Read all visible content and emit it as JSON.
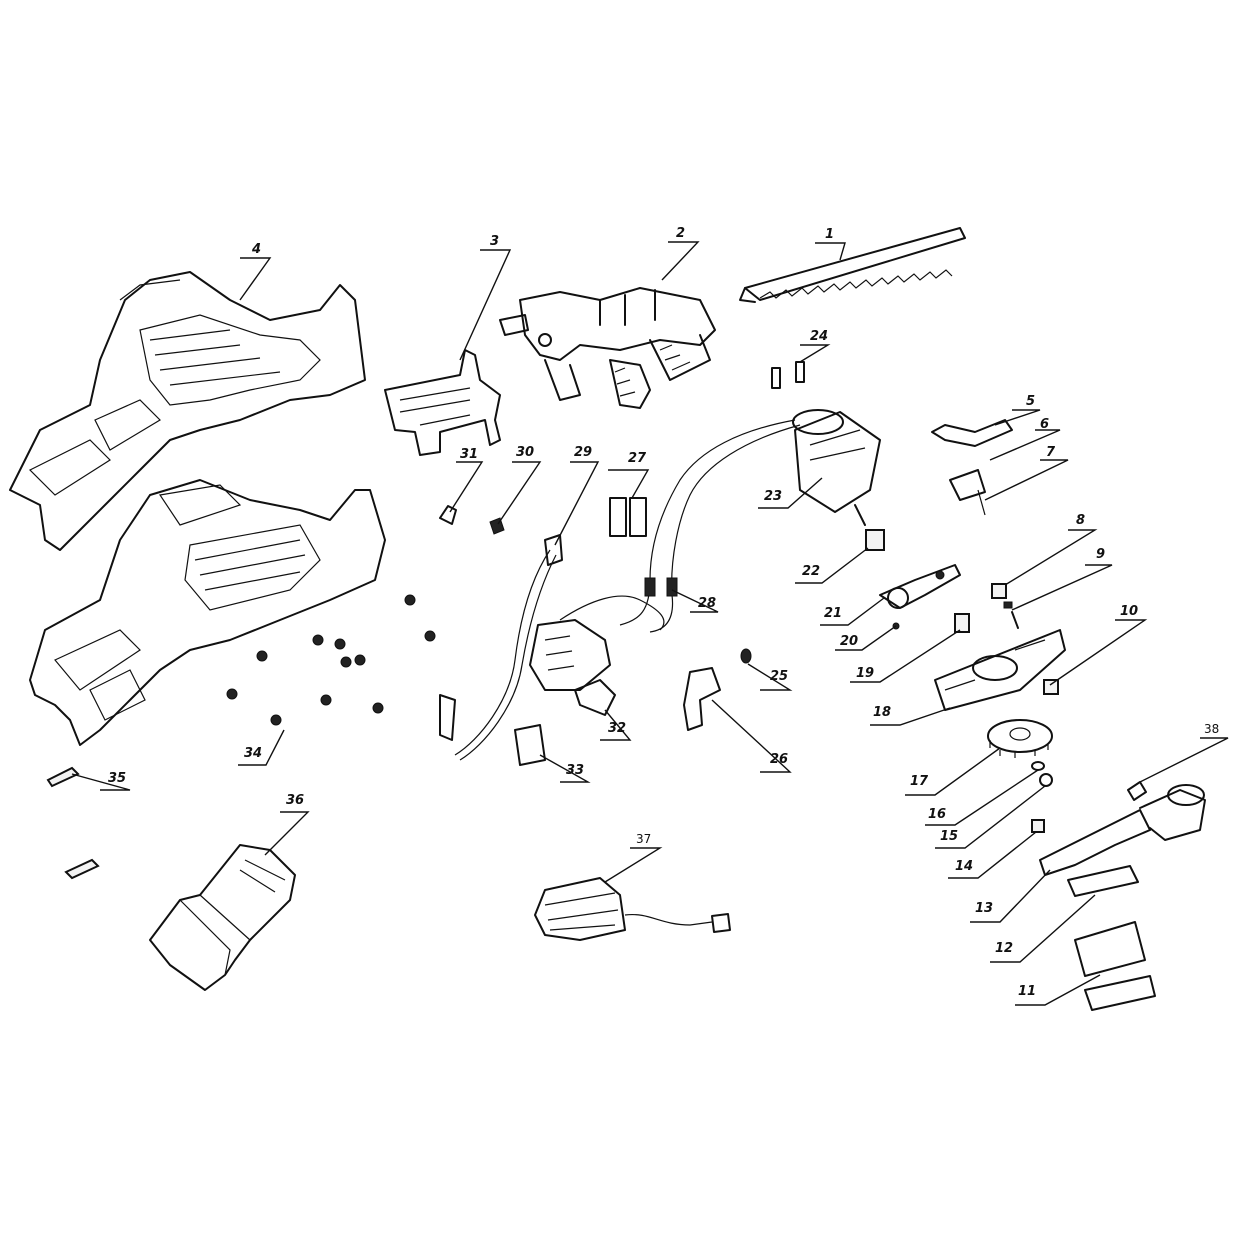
{
  "callouts": {
    "c1": "1",
    "c2": "2",
    "c3": "3",
    "c4": "4",
    "c5": "5",
    "c6": "6",
    "c7": "7",
    "c8": "8",
    "c9": "9",
    "c10": "10",
    "c11": "11",
    "c12": "12",
    "c13": "13",
    "c14": "14",
    "c15": "15",
    "c16": "16",
    "c17": "17",
    "c18": "18",
    "c19": "19",
    "c20": "20",
    "c21": "21",
    "c22": "22",
    "c23": "23",
    "c24": "24",
    "c25": "25",
    "c26": "26",
    "c27": "27",
    "c28": "28",
    "c29": "29",
    "c30": "30",
    "c31": "31",
    "c32": "32",
    "c33": "33",
    "c34": "34",
    "c35": "35",
    "c36": "36",
    "c37": "37",
    "c38": "38"
  }
}
